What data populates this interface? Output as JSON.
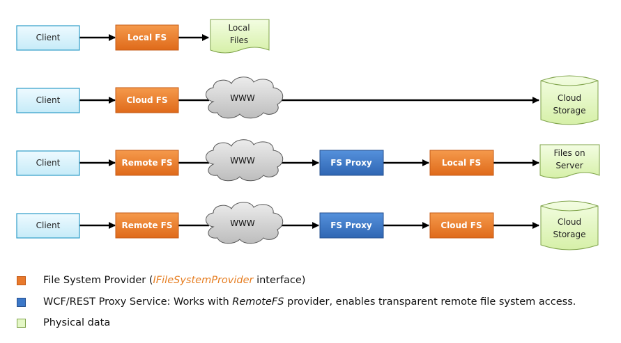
{
  "colors": {
    "client_fill": "#d8f2fb",
    "client_stroke": "#2e9cc8",
    "fs_fill": "#e8792c",
    "fs_stroke": "#c45a15",
    "proxy_fill": "#3c78c8",
    "proxy_stroke": "#244f8f",
    "data_fill": "#e4f7c6",
    "data_stroke": "#7fa34a",
    "cloud_fill": "#d8d8d8",
    "cloud_stroke": "#555555",
    "arrow": "#000000"
  },
  "rows": [
    {
      "client": "Client",
      "fs": "Local FS",
      "storage": [
        "Local",
        "Files"
      ]
    },
    {
      "client": "Client",
      "fs": "Cloud FS",
      "www": "WWW",
      "storage": [
        "Cloud",
        "Storage"
      ]
    },
    {
      "client": "Client",
      "fs": "Remote FS",
      "www": "WWW",
      "proxy": "FS Proxy",
      "fs2": "Local FS",
      "storage": [
        "Files on",
        "Server"
      ]
    },
    {
      "client": "Client",
      "fs": "Remote FS",
      "www": "WWW",
      "proxy": "FS Proxy",
      "fs2": "Cloud FS",
      "storage": [
        "Cloud",
        "Storage"
      ]
    }
  ],
  "legend": {
    "fs_provider": {
      "text_before": "File System Provider (",
      "italic": "IFileSystemProvider",
      "text_after": " interface)"
    },
    "proxy_service": {
      "text_before": "WCF/REST Proxy Service: Works with ",
      "italic": "RemoteFS",
      "text_after": " provider, enables transparent remote file system access."
    },
    "physical_data": {
      "text": "Physical data"
    }
  }
}
